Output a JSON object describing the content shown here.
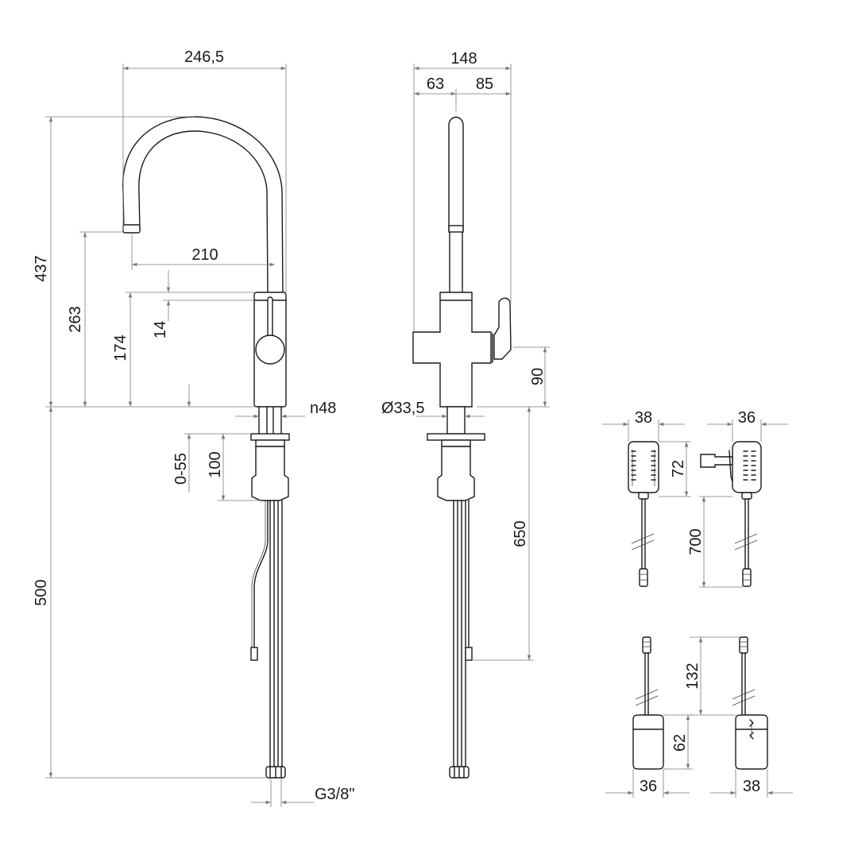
{
  "dimensions": {
    "width_246_5": "246,5",
    "height_437": "437",
    "reach_210": "210",
    "height_263": "263",
    "height_174": "174",
    "offset_14": "14",
    "thread_n48": "n48",
    "range_0_55": "0-55",
    "len_100": "100",
    "hose_500": "500",
    "thread_g3_8": "G3/8\"",
    "width_148": "148",
    "width_63": "63",
    "width_85": "85",
    "lever_90": "90",
    "diameter_33_5": "Ø33,5",
    "cable_650": "650",
    "adapter_w_38": "38",
    "adapter_w_36": "36",
    "adapter_h_72": "72",
    "cable_700": "700",
    "battery_cable_132": "132",
    "battery_h_62": "62",
    "battery_w_36": "36",
    "battery_w_38": "38"
  },
  "colors": {
    "line": "#1a1a1a",
    "dimension": "#7a7a7a",
    "background": "#ffffff"
  }
}
